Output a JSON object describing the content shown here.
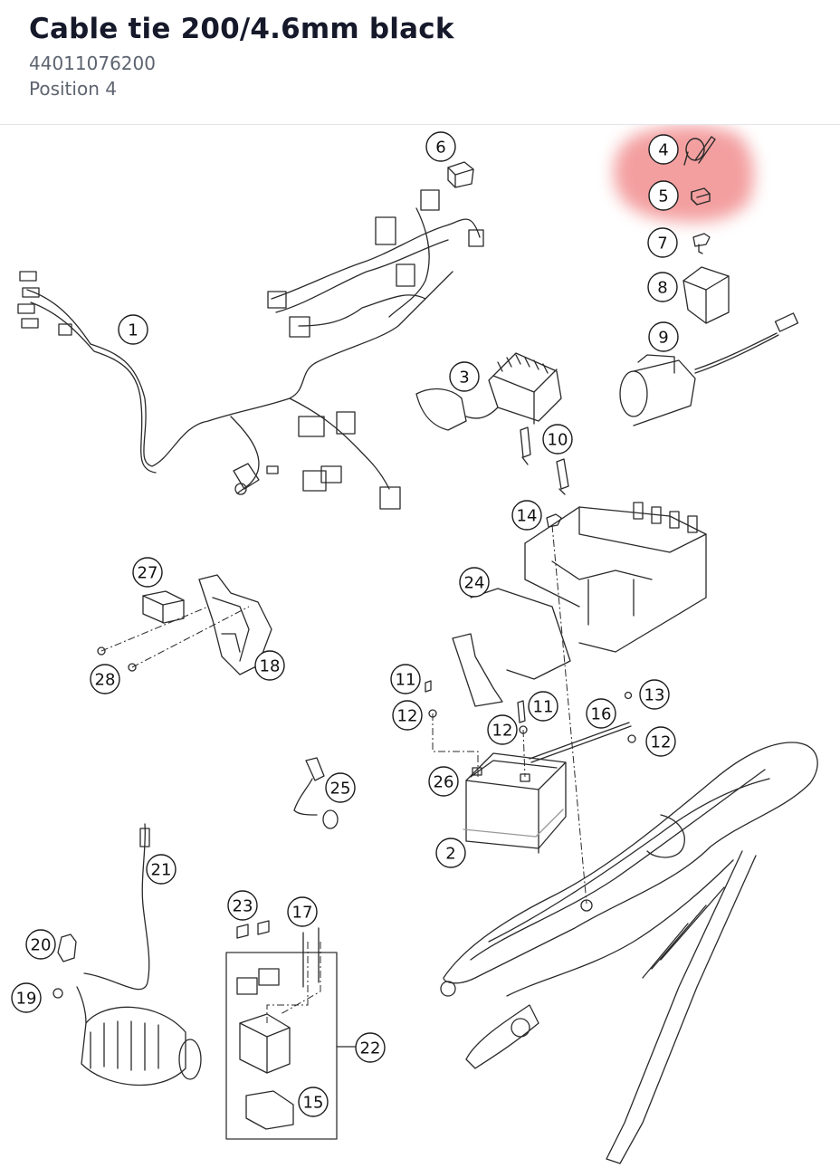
{
  "header": {
    "title": "Cable tie 200/4.6mm black",
    "part_number": "44011076200",
    "position": "Position 4"
  },
  "diagram": {
    "highlight_color": "#f08080",
    "selected_callouts": [
      "4",
      "5"
    ],
    "callouts": {
      "c1": "1",
      "c2": "2",
      "c3": "3",
      "c4": "4",
      "c5": "5",
      "c6": "6",
      "c7": "7",
      "c8": "8",
      "c9": "9",
      "c10": "10",
      "c11a": "11",
      "c11b": "11",
      "c12a": "12",
      "c12b": "12",
      "c12c": "12",
      "c13": "13",
      "c14": "14",
      "c15": "15",
      "c16": "16",
      "c17": "17",
      "c18": "18",
      "c19": "19",
      "c20": "20",
      "c21": "21",
      "c22": "22",
      "c23": "23",
      "c24": "24",
      "c25": "25",
      "c26": "26",
      "c27": "27",
      "c28": "28"
    }
  }
}
